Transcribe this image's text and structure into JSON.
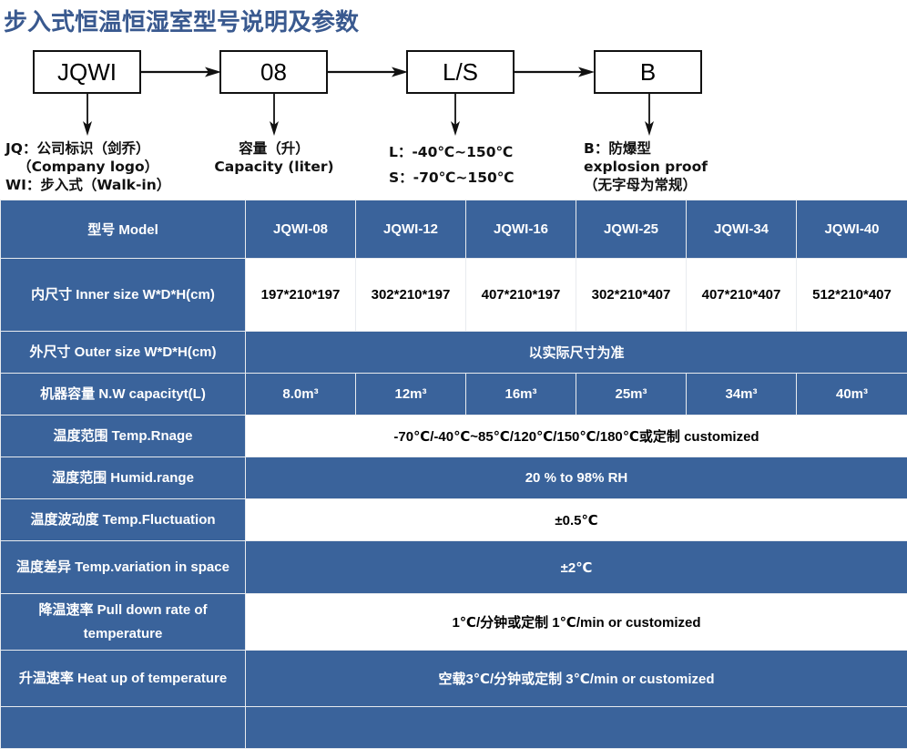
{
  "page": {
    "title": "步入式恒温恒湿室型号说明及参数",
    "title_color": "#39598f",
    "table_blue": "#3a639b"
  },
  "diagram": {
    "boxes": [
      {
        "label": "JQWI"
      },
      {
        "label": "08"
      },
      {
        "label": "L/S"
      },
      {
        "label": "B"
      }
    ],
    "legends": [
      {
        "lines": [
          "JQ：公司标识（剑乔）",
          "（Company logo）",
          "WI：步入式（Walk-in）"
        ]
      },
      {
        "lines": [
          "容量（升）",
          "Capacity (liter)"
        ]
      },
      {
        "lines": [
          "L：-40℃~150℃",
          "S：-70℃~150℃"
        ]
      },
      {
        "lines": [
          "B：防爆型",
          "explosion proof",
          "（无字母为常规）"
        ]
      }
    ]
  },
  "table": {
    "header": {
      "label": "型号 Model",
      "models": [
        "JQWI-08",
        "JQWI-12",
        "JQWI-16",
        "JQWI-25",
        "JQWI-34",
        "JQWI-40"
      ]
    },
    "rows": [
      {
        "label": "内尺寸 Inner size W*D*H(cm)",
        "style": "white",
        "span": false,
        "values": [
          "197*210*197",
          "302*210*197",
          "407*210*197",
          "302*210*407",
          "407*210*407",
          "512*210*407"
        ]
      },
      {
        "label": "外尺寸 Outer size W*D*H(cm)",
        "style": "blue",
        "span": true,
        "value": "以实际尺寸为准"
      },
      {
        "label": "机器容量 N.W capacityt(L)",
        "style": "blue",
        "span": false,
        "values": [
          "8.0m³",
          "12m³",
          "16m³",
          "25m³",
          "34m³",
          "40m³"
        ]
      },
      {
        "label": "温度范围 Temp.Rnage",
        "style": "white",
        "span": true,
        "value": "-70℃/-40℃~85℃/120℃/150℃/180℃或定制 customized"
      },
      {
        "label": "湿度范围 Humid.range",
        "style": "blue",
        "span": true,
        "value": "20 % to 98% RH"
      },
      {
        "label": "温度波动度 Temp.Fluctuation",
        "style": "white",
        "span": true,
        "value": "±0.5℃"
      },
      {
        "label": "温度差异 Temp.variation in space",
        "style": "blue",
        "span": true,
        "value": "±2℃"
      },
      {
        "label": "降温速率 Pull down rate of temperature",
        "style": "white",
        "span": true,
        "value": "1℃/分钟或定制    1℃/min or customized"
      },
      {
        "label": "升温速率 Heat up of temperature",
        "style": "blue",
        "span": true,
        "value": "空载3℃/分钟或定制 3℃/min or customized"
      },
      {
        "label": "",
        "style": "blue",
        "span": true,
        "value": ""
      }
    ]
  }
}
